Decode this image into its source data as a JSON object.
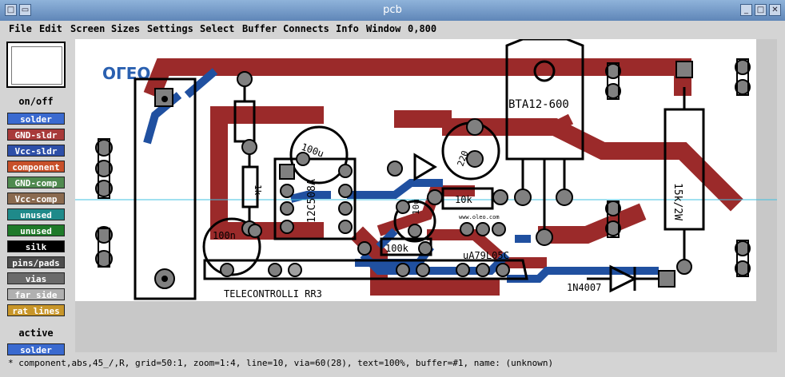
{
  "window": {
    "title": "pcb"
  },
  "menu": {
    "items": [
      "File",
      "Edit",
      "Screen",
      "Sizes",
      "Settings",
      "Select",
      "Buffer",
      "Connects",
      "Info",
      "Window"
    ],
    "coords": "0,800"
  },
  "layers": {
    "onoff_label": "on/off",
    "items": [
      {
        "label": "solder",
        "bg": "#3a6ad0",
        "fg": "#ffffff"
      },
      {
        "label": "GND-sldr",
        "bg": "#a83a3a",
        "fg": "#ffffff"
      },
      {
        "label": "Vcc-sldr",
        "bg": "#2e4fa8",
        "fg": "#ffffff"
      },
      {
        "label": "component",
        "bg": "#c8502a",
        "fg": "#ffffff"
      },
      {
        "label": "GND-comp",
        "bg": "#4f8a4f",
        "fg": "#ffffff"
      },
      {
        "label": "Vcc-comp",
        "bg": "#8a6a4f",
        "fg": "#ffffff"
      },
      {
        "label": "unused",
        "bg": "#1f8a8a",
        "fg": "#ffffff"
      },
      {
        "label": "unused",
        "bg": "#1f7a2a",
        "fg": "#ffffff"
      },
      {
        "label": "silk",
        "bg": "#000000",
        "fg": "#ffffff"
      },
      {
        "label": "pins/pads",
        "bg": "#4d4d4d",
        "fg": "#ffffff"
      },
      {
        "label": "vias",
        "bg": "#6a6a6a",
        "fg": "#ffffff"
      },
      {
        "label": "far side",
        "bg": "#b0b0b0",
        "fg": "#ffffff"
      },
      {
        "label": "rat lines",
        "bg": "#c8962a",
        "fg": "#ffffff"
      }
    ],
    "active_label": "active",
    "active_layer": {
      "label": "solder",
      "bg": "#3a6ad0",
      "fg": "#ffffff"
    }
  },
  "board": {
    "labels": {
      "logo": "OΓEO",
      "triac": "BTA12-600",
      "ic": "12C508A",
      "ic_cap": "100u",
      "res_1k": "1k",
      "res_10k": "10k",
      "res_100k": "100k",
      "cap_100n": "100n",
      "cap_10u": "10u",
      "res_220": "220",
      "res_15k": "15k/2W",
      "reg": "uA79L05C",
      "diode": "1N4007",
      "title": "TELECONTROLLI RR3",
      "website": "www.oleo.com"
    },
    "colors": {
      "board": "#ffffff",
      "gnd_sldr": "#9b2a2a",
      "solder": "#2050a0",
      "silk": "#000000",
      "pads": "#808080",
      "logo": "#2a60b0",
      "rat": "#40c0e0"
    }
  },
  "status": {
    "text": "* component,abs,45_/,R, grid=50:1, zoom=1:4, line=10, via=60(28), text=100%, buffer=#1, name: (unknown)"
  }
}
